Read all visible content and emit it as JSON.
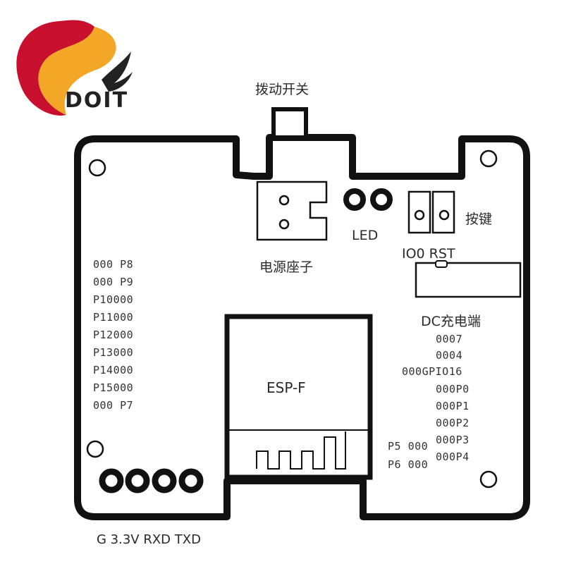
{
  "brand": {
    "name": "DOIT",
    "primary": "#c8102e",
    "secondary": "#f3a21b"
  },
  "labels": {
    "toggle_switch": "拨动开关",
    "power_socket": "电源座子",
    "led": "LED",
    "buttons": "按键",
    "io0_rst": "IO0 RST",
    "dc_charge": "DC充电端",
    "module": "ESP-F",
    "bottom_pins": "G 3.3V RXD TXD"
  },
  "left_pins": [
    "000 P8",
    "000 P9",
    "P10000",
    "P11000",
    "P12000",
    "P13000",
    "P14000",
    "P15000",
    "000 P7"
  ],
  "right_pins": [
    "0007",
    "0004",
    "000GPIO16",
    "000P0",
    "000P1",
    "000P2",
    "000P3",
    "000P4"
  ],
  "mid_right_pins": [
    "P5 000",
    "P6 000"
  ],
  "colors": {
    "outline": "#111111",
    "text": "#2a2a2a"
  }
}
